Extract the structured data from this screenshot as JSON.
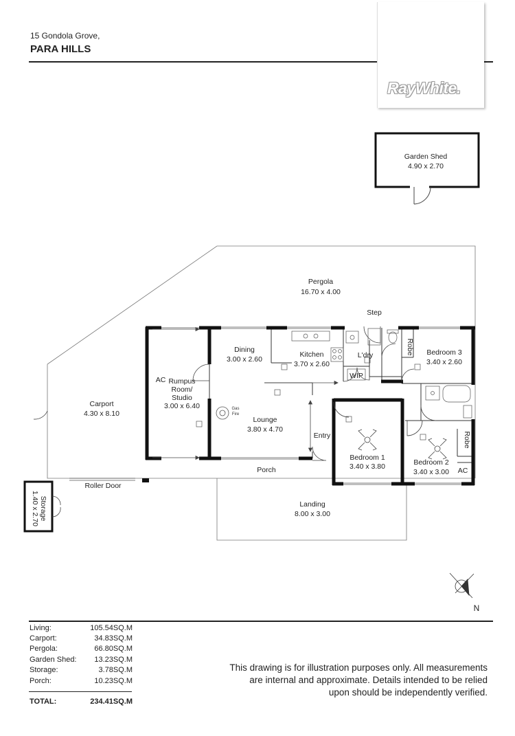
{
  "header": {
    "address_line": "15 Gondola Grove,",
    "suburb": "PARA HILLS"
  },
  "logo": {
    "text": "RayWhite."
  },
  "rooms": {
    "garden_shed": {
      "name": "Garden Shed",
      "dims": "4.90 x 2.70"
    },
    "pergola": {
      "name": "Pergola",
      "dims": "16.70 x 4.00"
    },
    "step": "Step",
    "carport": {
      "name": "Carport",
      "dims": "4.30 x 8.10"
    },
    "ac_rumpus": "AC",
    "rumpus": {
      "line1": "Rumpus",
      "line2": "Room/",
      "line3": "Studio",
      "dims": "3.00 x 6.40"
    },
    "dining": {
      "name": "Dining",
      "dims": "3.00 x 2.60"
    },
    "kitchen": {
      "name": "Kitchen",
      "dims": "3.70 x 2.60"
    },
    "laundry": "L'dry",
    "wip": "WIP",
    "robe_bed3": "Robe",
    "bedroom3": {
      "name": "Bedroom 3",
      "dims": "3.40 x 2.60"
    },
    "gas_fire": {
      "line1": "Gas",
      "line2": "Fire"
    },
    "lounge": {
      "name": "Lounge",
      "dims": "3.80 x 4.70"
    },
    "entry": "Entry",
    "bedroom1": {
      "name": "Bedroom 1",
      "dims": "3.40 x 3.80"
    },
    "robe_bed2": "Robe",
    "bedroom2": {
      "name": "Bedroom 2",
      "dims": "3.40 x 3.00"
    },
    "ac_bed2": "AC",
    "porch": "Porch",
    "roller_door": "Roller Door",
    "storage": {
      "name": "Storage",
      "dims": "1.40 x 2.70"
    },
    "landing": {
      "name": "Landing",
      "dims": "8.00 x 3.00"
    }
  },
  "compass": {
    "label": "N"
  },
  "areas": {
    "rows": [
      {
        "label": "Living:",
        "value": "105.54SQ.M"
      },
      {
        "label": "Carport:",
        "value": "34.83SQ.M"
      },
      {
        "label": "Pergola:",
        "value": "66.80SQ.M"
      },
      {
        "label": "Garden Shed:",
        "value": "13.23SQ.M"
      },
      {
        "label": "Storage:",
        "value": "3.78SQ.M"
      },
      {
        "label": "Porch:",
        "value": "10.23SQ.M"
      }
    ],
    "total_label": "TOTAL:",
    "total_value": "234.41SQ.M"
  },
  "disclaimer": {
    "line1": "This drawing is for illustration purposes only. All measurements",
    "line2": "are internal and approximate. Details intended to be relied",
    "line3": "upon should be independently verified."
  }
}
